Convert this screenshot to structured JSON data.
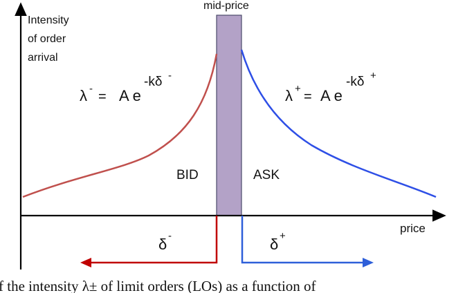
{
  "axis": {
    "y_label_lines": [
      "Intensity",
      "of order",
      "arrival"
    ],
    "x_label": "price"
  },
  "mid_price_label": "mid-price",
  "formulas": {
    "bid": {
      "base": "λ",
      "sign": "-",
      "eq": "=",
      "coef": "A e",
      "exponent": "-kδ",
      "exp_sign": "-"
    },
    "ask": {
      "base": "λ",
      "sign": "+",
      "eq": "=",
      "coef": "A e",
      "exponent": "-kδ",
      "exp_sign": "+"
    }
  },
  "side_labels": {
    "bid": "BID",
    "ask": "ASK"
  },
  "deltas": {
    "bid": {
      "symbol": "δ",
      "sign": "-"
    },
    "ask": {
      "symbol": "δ",
      "sign": "+"
    }
  },
  "caption": "f the intensity λ± of limit orders (LOs) as a function of",
  "colors": {
    "bid_curve": "#c0504d",
    "ask_curve": "#2e4fe6",
    "mid_band": "#b3a2c7",
    "bid_arrow": "#c00000",
    "ask_arrow": "#2e5fd9",
    "axis": "#000000"
  }
}
